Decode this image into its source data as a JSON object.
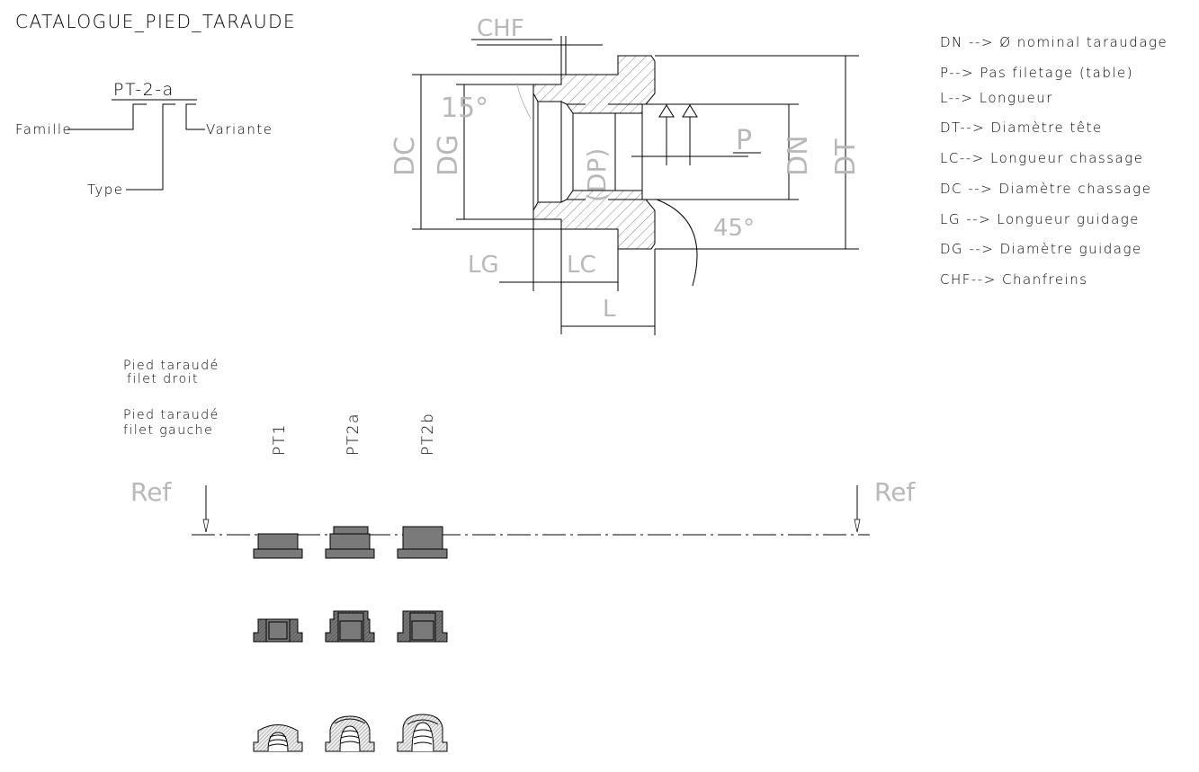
{
  "title": "CATALOGUE_PIED_TARAUDE",
  "code": {
    "reference": "PT-2-a",
    "famille": "Famille",
    "type": "Type",
    "variante": "Variante"
  },
  "drawing_labels": {
    "chf": "CHF",
    "dc": "DC",
    "dg": "DG",
    "dp": "(DP)",
    "dn": "DN",
    "dt": "DT",
    "p": "P",
    "lg": "LG",
    "lc": "LC",
    "l": "L",
    "angle_15": "15°",
    "angle_45": "45°"
  },
  "legend": [
    "DN --> Ø nominal taraudage",
    "P--> Pas filetage (table)",
    "L--> Longueur",
    "DT--> Diamètre tête",
    "LC--> Longueur chassage",
    "DC --> Diamètre chassage",
    "LG --> Longueur guidage",
    "DG --> Diamètre guidage",
    "CHF--> Chanfreins"
  ],
  "rows": {
    "droit_line1": "Pied taraudé",
    "droit_line2": "filet droit",
    "gauche_line1": "Pied taraudé",
    "gauche_line2": "filet gauche"
  },
  "variants": [
    "PT1",
    "PT2a",
    "PT2b"
  ],
  "ref_left": "Ref",
  "ref_right": "Ref"
}
